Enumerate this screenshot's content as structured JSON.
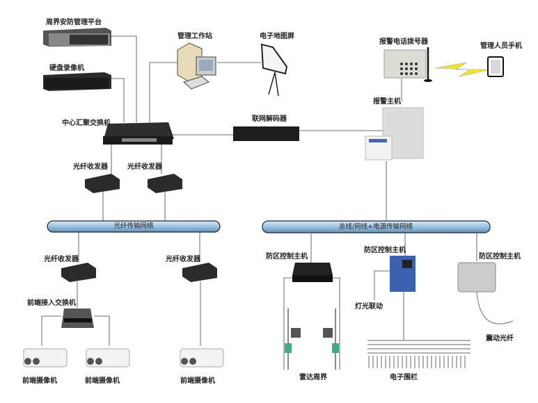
{
  "labels": {
    "platform": "周界安防管理平台",
    "dvr": "硬盘录像机",
    "workstation": "管理工作站",
    "map_screen": "电子地图屏",
    "core_switch": "中心汇聚交换机",
    "decoder": "联网解码器",
    "dialer": "报警电话拨号器",
    "phone": "管理人员手机",
    "alarm_host": "报警主机",
    "transceiver": "光纤收发器",
    "fiber_network": "光纤传输网络",
    "bus_network": "总线/网线+电源传输网络",
    "zone_controller": "防区控制主机",
    "access_switch": "前端接入交换机",
    "camera": "前端摄像机",
    "light_link": "灯光联动",
    "radar": "雷达周界",
    "fence": "电子围栏",
    "vibration_fiber": "震动光纤"
  },
  "colors": {
    "pipe": "#9cc3e0",
    "line": "#888888",
    "lightning": "#f2e61a",
    "zone_blue": "#3a62b0"
  }
}
